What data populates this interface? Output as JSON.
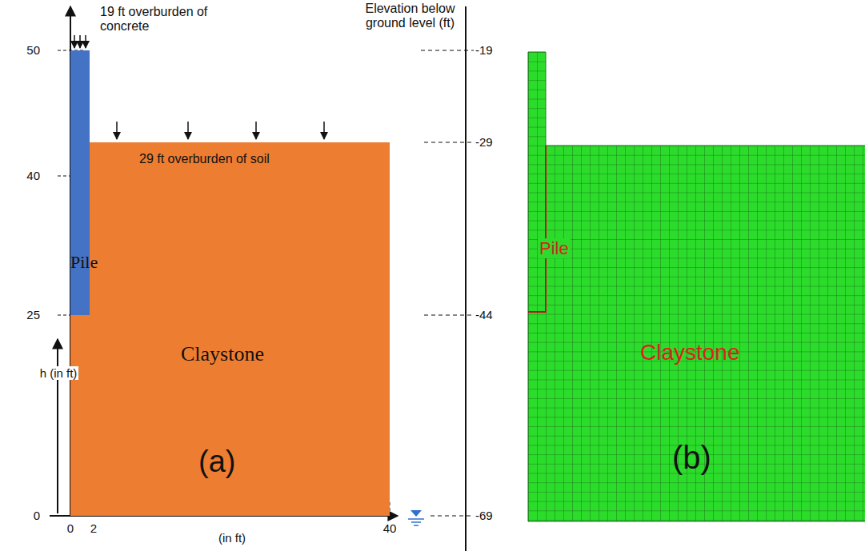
{
  "diagram": {
    "nodes": [
      {
        "text": [
          "Pile"
        ]
      },
      {
        "text": [
          "29 ft overburden of soil",
          "Claystone",
          "(a)"
        ]
      },
      {
        "text": [
          "Pile",
          "Claystone",
          "(b)"
        ]
      }
    ],
    "labels": [
      "19 ft overburden of concrete",
      "Elevation below ground level (ft)",
      "50",
      "40",
      "25",
      "0",
      "h (in ft)",
      "0",
      "2",
      "40",
      "(in ft)",
      "-19",
      "-29",
      "-44",
      "-69"
    ]
  }
}
